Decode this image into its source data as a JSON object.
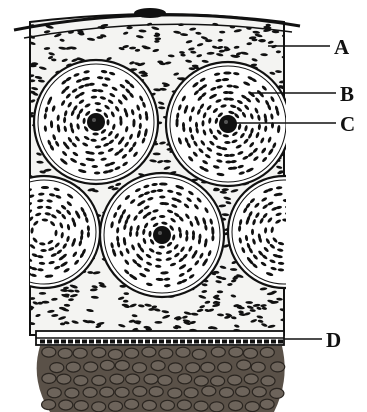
{
  "figure": {
    "labels": [
      {
        "key": "A",
        "text": "A"
      },
      {
        "key": "B",
        "text": "B"
      },
      {
        "key": "C",
        "text": "C"
      },
      {
        "key": "D",
        "text": "D"
      }
    ]
  },
  "colors": {
    "ink": "#111111",
    "background": "#ffffff",
    "tissue_fill": "#f4f4f2",
    "basal_fill": "#5a5148"
  }
}
